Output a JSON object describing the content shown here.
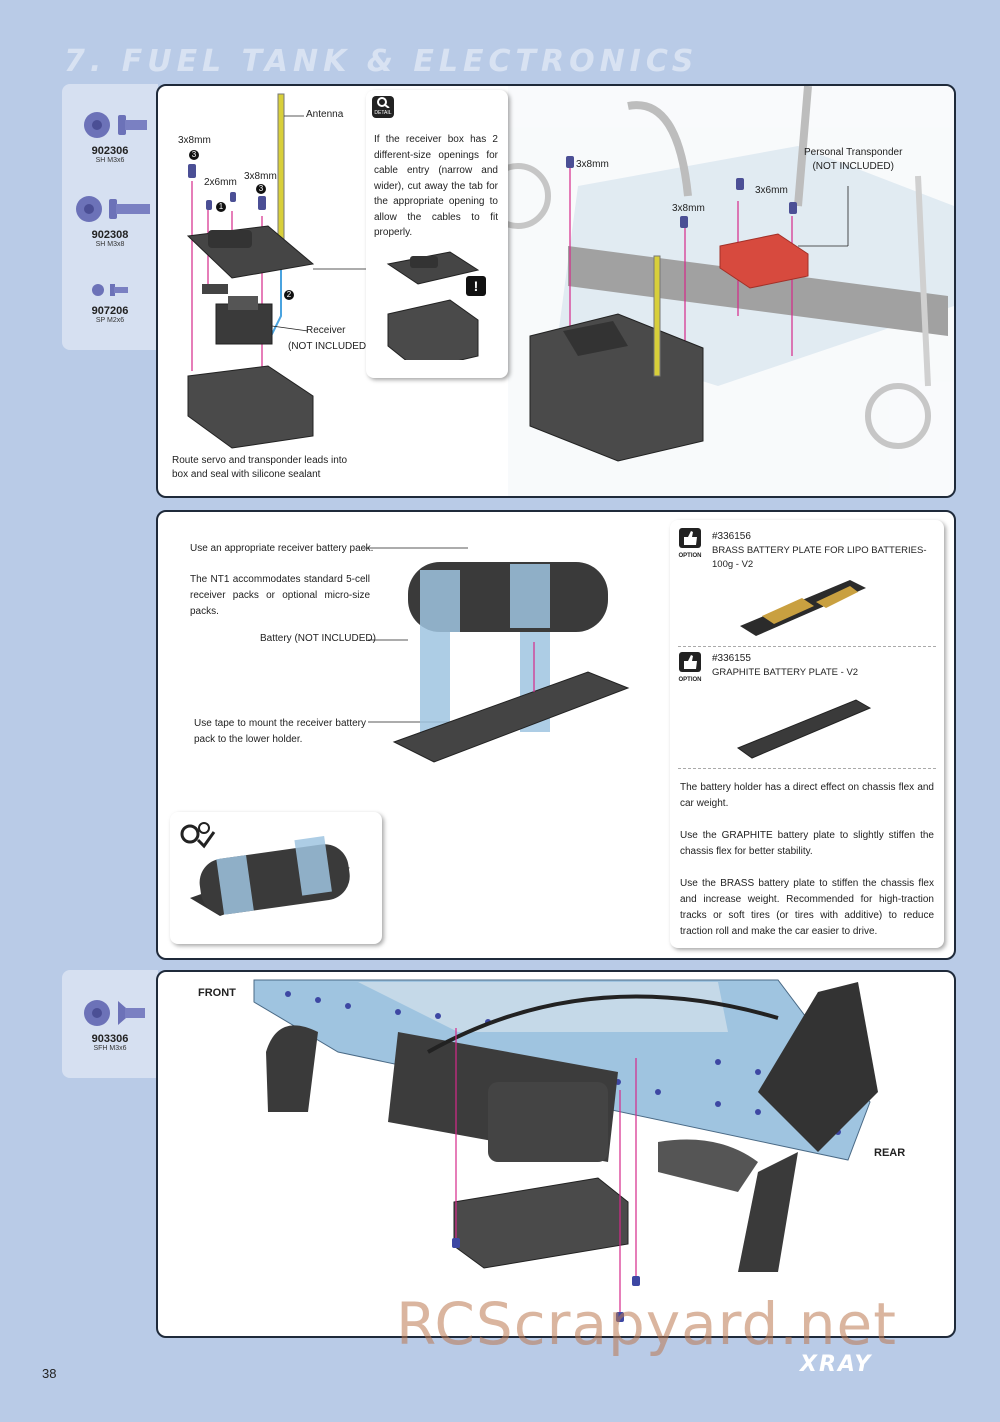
{
  "page": {
    "title": "7. FUEL TANK & ELECTRONICS",
    "page_number": "38",
    "brand_logo": "XRAY",
    "watermark": "RCScrapyard.net"
  },
  "parts_top": [
    {
      "num": "902306",
      "code": "SH M3x6"
    },
    {
      "num": "902308",
      "code": "SH M3x8"
    },
    {
      "num": "907206",
      "code": "SP M2x6"
    }
  ],
  "parts_bottom": [
    {
      "num": "903306",
      "code": "SFH M3x6"
    }
  ],
  "step1": {
    "antenna": "Antenna",
    "screw_a": "3x8mm",
    "screw_b": "2x6mm",
    "screw_c": "3x8mm",
    "step3a": "3",
    "step1": "1",
    "step3b": "3",
    "step2": "2",
    "receiver": "Receiver",
    "receiver_note": "(NOT INCLUDED)",
    "route_line1": "Route servo and transponder leads into",
    "route_line2": "box and seal with silicone sealant",
    "detail_tag": "DETAIL",
    "detail_text": "If the receiver box has 2 different-size openings for cable entry (narrow and wider), cut away the tab for the appropriate opening to allow the cables to fit properly.",
    "warning_mark": "!",
    "screw_d": "3x8mm",
    "screw_e": "3x8mm",
    "screw_f": "3x6mm",
    "transponder_line1": "Personal Transponder",
    "transponder_line2": "(NOT INCLUDED)"
  },
  "step2": {
    "t1": "Use an appropriate receiver battery pack.",
    "t2": "The NT1 accommodates standard 5-cell receiver packs or optional micro-size packs.",
    "t3": "Battery (NOT INCLUDED)",
    "t4": "Use tape to mount the receiver battery pack to the lower holder.",
    "option_tag": "OPTION",
    "opt1_num": "#336156",
    "opt1_name": "BRASS BATTERY PLATE FOR LIPO BATTERIES-100g - V2",
    "opt2_num": "#336155",
    "opt2_name": "GRAPHITE BATTERY PLATE - V2",
    "note1": "The battery holder has a direct effect on chassis flex and car weight.",
    "note2": "Use the GRAPHITE battery plate to slightly stiffen the chassis flex for better stability.",
    "note3": "Use the BRASS battery plate to stiffen the chassis flex and increase weight. Recommended for high-traction tracks or soft tires (or tires with additive) to reduce traction roll and make the car easier to drive."
  },
  "step3": {
    "front": "FRONT",
    "rear": "REAR"
  },
  "colors": {
    "page_bg": "#b9cbe7",
    "accent_magenta": "#d6288a",
    "chassis_blue": "#9fc4e0"
  }
}
